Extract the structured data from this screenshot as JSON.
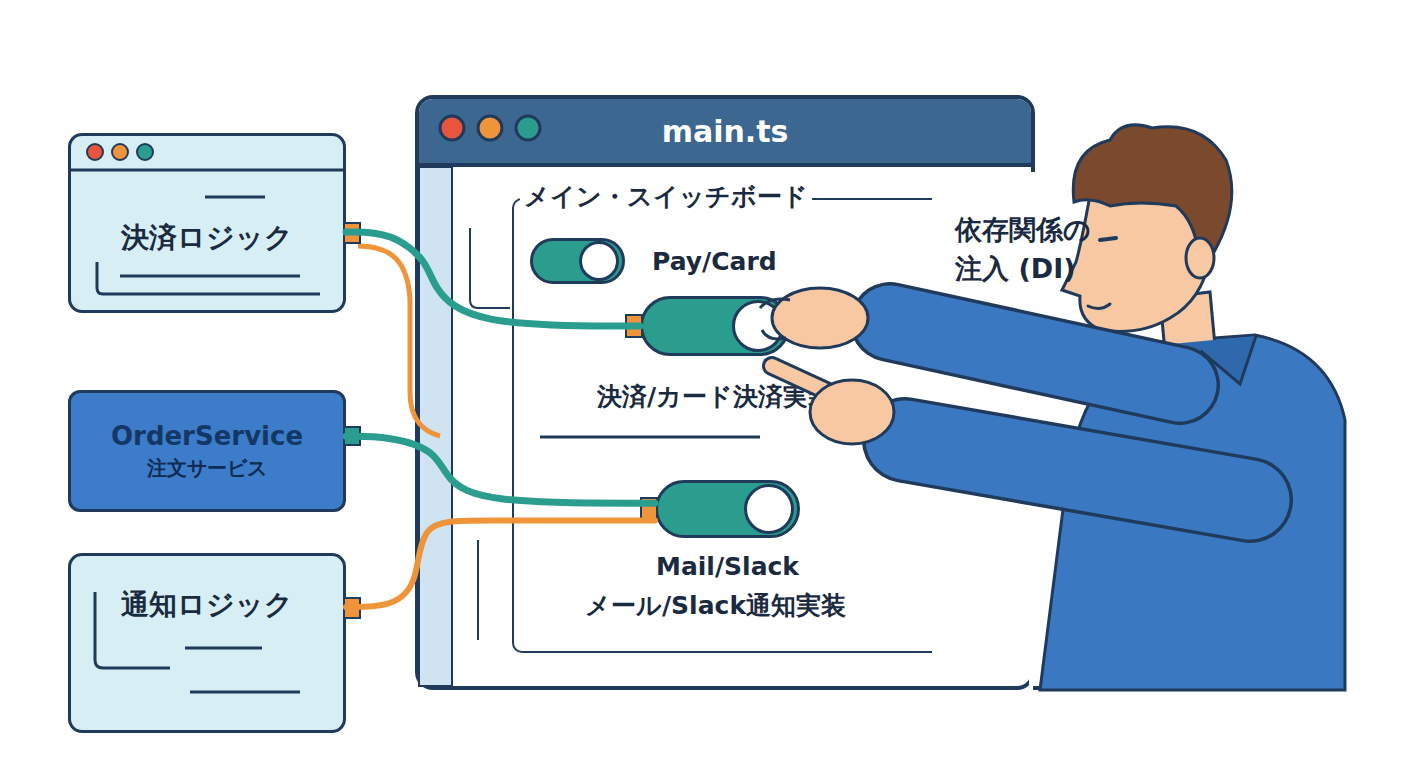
{
  "diagram": {
    "nodes": [
      {
        "text": [
          "決済ロジック"
        ]
      },
      {
        "text": [
          "OrderService",
          "注文サービス"
        ]
      },
      {
        "text": [
          "通知ロジック"
        ]
      },
      {
        "text": [
          "main.ts"
        ]
      },
      {
        "text": [
          "メイン・スイッチボード"
        ],
        "in": 3
      },
      {
        "text": [
          "Pay/Card"
        ],
        "in": 4
      },
      {
        "text": [
          "決済/カード決済実装"
        ],
        "in": 4
      },
      {
        "text": [
          "Mail/Slack",
          "メール/Slack通知実装"
        ],
        "in": 4
      }
    ],
    "edges": [
      {
        "from": 0,
        "to": 6,
        "arrow": "none"
      },
      {
        "from": 1,
        "to": 7,
        "arrow": "none"
      },
      {
        "from": 2,
        "to": 7,
        "arrow": "none"
      }
    ],
    "labels": [
      "依存関係の 注入 (DI)"
    ]
  }
}
